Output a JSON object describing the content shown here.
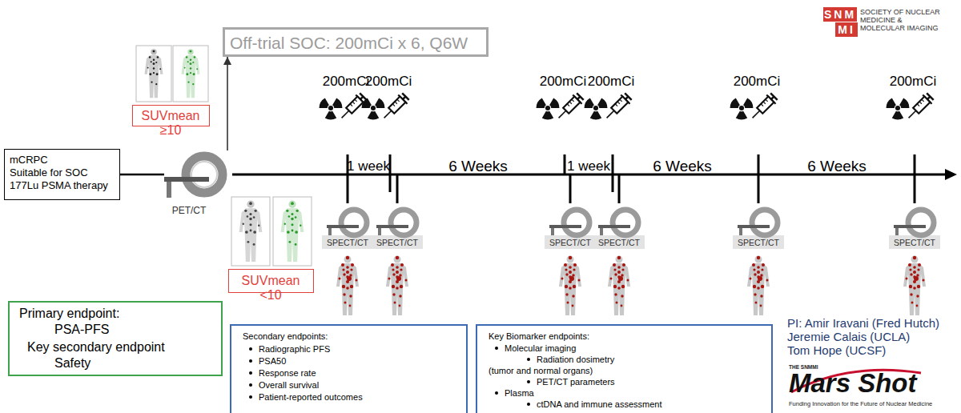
{
  "diagram": {
    "nodes": [
      {
        "text": [
          "mCRPC",
          "Suitable for SOC 177Lu PSMA therapy"
        ]
      },
      {
        "text": [
          "PET/CT"
        ]
      },
      {
        "text": [
          "SUVmean ≥10"
        ]
      },
      {
        "text": [
          "SUVmean <10"
        ]
      },
      {
        "text": [
          "Off-trial SOC: 200mCi x 6, Q6W"
        ]
      },
      {
        "text": [
          "Primary endpoint:",
          "PSA-PFS",
          "Key secondary endpoint",
          "Safety"
        ]
      },
      {
        "text": [
          "Secondary endpoints:",
          "Radiographic PFS",
          "PSA50",
          "Response rate",
          "Overall survival",
          "Patient-reported outcomes"
        ]
      },
      {
        "text": [
          "Key Biomarker endpoints:",
          "Molecular imaging",
          "Radiation dosimetry (tumor and normal organs)",
          "PET/CT parameters",
          "Plasma",
          "ctDNA and immune assessment"
        ]
      }
    ],
    "edges": [
      {
        "from": 0,
        "to": 1,
        "arrow": "none"
      },
      {
        "from": 1,
        "to": 4,
        "arrow": "to"
      }
    ],
    "labels": [
      "200mCi",
      "200mCi",
      "200mCi",
      "200mCi",
      "200mCi",
      "200mCi",
      "1 week",
      "6 Weeks",
      "1 week",
      "6 Weeks",
      "6 Weeks",
      "SPECT/CT",
      "SPECT/CT",
      "SPECT/CT",
      "SPECT/CT",
      "SPECT/CT",
      "SPECT/CT",
      "PI: Amir Iravani (Fred Hutch)",
      "Jeremie Calais (UCLA)",
      "Tom Hope (UCSF)",
      "SNM",
      "MI",
      "SOCIETY OF NUCLEAR MEDICINE & MOLECULAR IMAGING",
      "THE SNMMI",
      "Mars Shot",
      "Funding Innovation for the Future of Nuclear Medicine"
    ]
  }
}
